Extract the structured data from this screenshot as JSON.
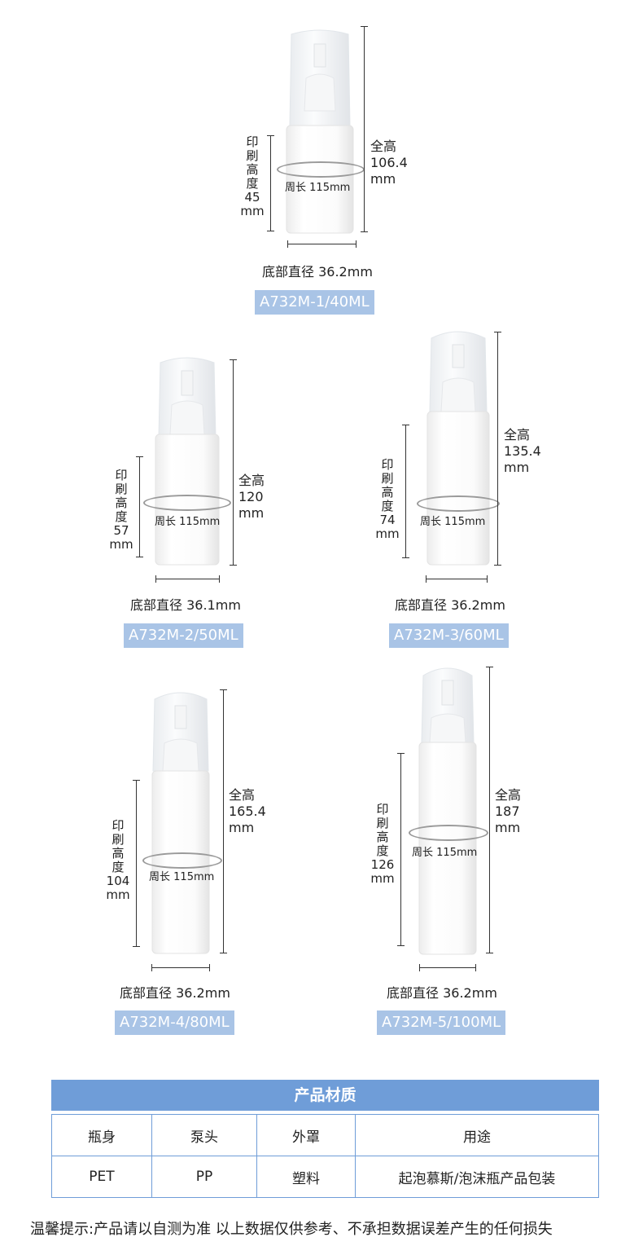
{
  "labels": {
    "print_height": "印刷高度",
    "total_height": "全高",
    "circumference": "周长",
    "base_diameter": "底部直径",
    "mm": "mm"
  },
  "bottles": [
    {
      "model": "A732M-1/40ML",
      "print_height": "45",
      "total_height": "106.4",
      "circumference": "115mm",
      "base_diameter": "36.2mm"
    },
    {
      "model": "A732M-2/50ML",
      "print_height": "57",
      "total_height": "120",
      "circumference": "115mm",
      "base_diameter": "36.1mm"
    },
    {
      "model": "A732M-3/60ML",
      "print_height": "74",
      "total_height": "135.4",
      "circumference": "115mm",
      "base_diameter": "36.2mm"
    },
    {
      "model": "A732M-4/80ML",
      "print_height": "104",
      "total_height": "165.4",
      "circumference": "115mm",
      "base_diameter": " 36.2mm"
    },
    {
      "model": "A732M-5/100ML",
      "print_height": "126",
      "total_height": "187",
      "circumference": "115mm",
      "base_diameter": "36.2mm"
    }
  ],
  "material": {
    "title": "产品材质",
    "headers": [
      "瓶身",
      "泵头",
      "外罩",
      "用途"
    ],
    "row": [
      "PET",
      "PP",
      "塑料",
      "起泡慕斯/泡沫瓶产品包装"
    ]
  },
  "footer": "温馨提示:产品请以自测为准  以上数据仅供参考、不承担数据误差产生的任何损失"
}
